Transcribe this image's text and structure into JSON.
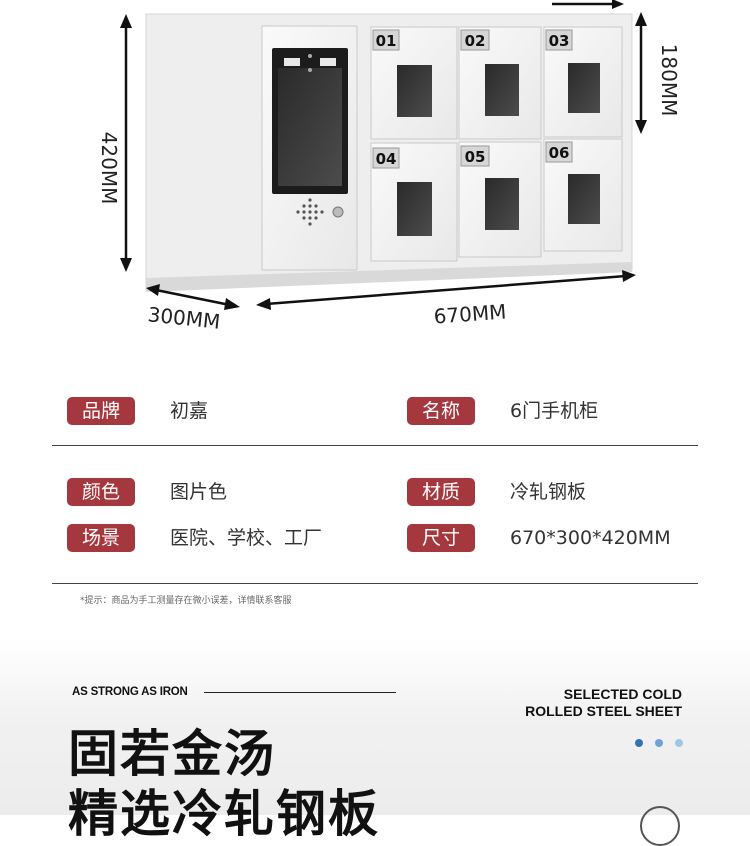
{
  "product": {
    "dimensions": {
      "height": "420MM",
      "depth": "300MM",
      "width": "670MM",
      "door_height": "180MM"
    },
    "door_numbers": [
      "01",
      "02",
      "03",
      "04",
      "05",
      "06"
    ]
  },
  "specs": {
    "rows": [
      {
        "left_label": "品牌",
        "left_value": "初嘉",
        "right_label": "名称",
        "right_value": "6门手机柜"
      },
      {
        "left_label": "颜色",
        "left_value": "图片色",
        "right_label": "材质",
        "right_value": "冷轧钢板"
      },
      {
        "left_label": "场景",
        "left_value": "医院、学校、工厂",
        "right_label": "尺寸",
        "right_value": "670*300*420MM"
      }
    ],
    "note": "*提示：商品为手工测量存在微小误差，详情联系客服"
  },
  "promo": {
    "tagline": "AS STRONG AS IRON",
    "subtitle_line1": "SELECTED COLD",
    "subtitle_line2": "ROLLED STEEL SHEET",
    "title_line1": "固若金汤",
    "title_line2": "精选冷轧钢板",
    "colors": {
      "dot_active": "#2f73b6",
      "dot_2": "#6ea3d4",
      "dot_3": "#9fc6e8",
      "badge": "#a5383f"
    }
  }
}
